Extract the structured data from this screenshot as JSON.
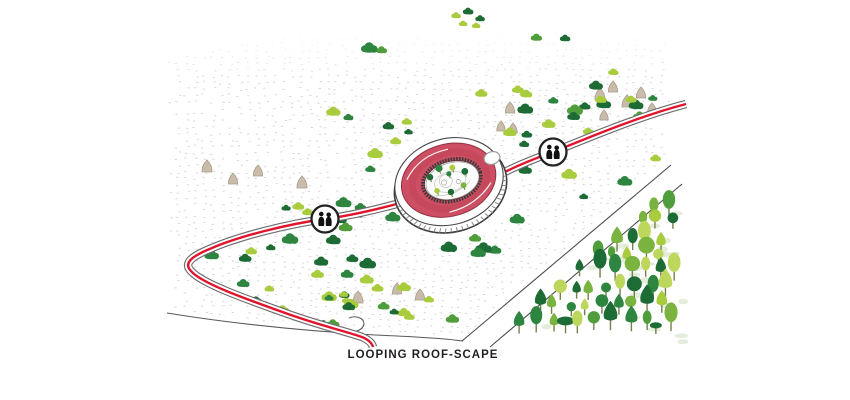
{
  "caption": "LOOPING ROOF-SCAPE",
  "diagram": {
    "subject": "circular building with looping rooftop path on a hillside meadow",
    "icons": [
      {
        "name": "visitors-pair-icon",
        "glyph": "two-people-badge"
      },
      {
        "name": "visitors-pair-icon",
        "glyph": "two-people-badge"
      }
    ],
    "palette": {
      "path_red": "#e0152d",
      "path_casing": "#6e6e6e",
      "roof_red": "#ce4f63",
      "roof_mid": "#bd4458",
      "roof_edge": "#8f3242",
      "wall_outline": "#3c3c3c",
      "hatch_grey": "#8a8a8a",
      "inner_wall_dark": "#3a3a3a",
      "dark_green": "#1d6b35",
      "dark_green2": "#2e8540",
      "mid_green": "#4f9e3b",
      "mid_green2": "#7ab33f",
      "light_green": "#a9cc3e",
      "light_green2": "#bdd75c",
      "pale_clump": "#e4ecdb",
      "beige": "#c9bcab",
      "beige_outline": "#a89b88",
      "ground_line": "#5a5a5a",
      "texture": "#cfcfcf",
      "trunk": "#75804d",
      "text": "#231f20"
    }
  }
}
